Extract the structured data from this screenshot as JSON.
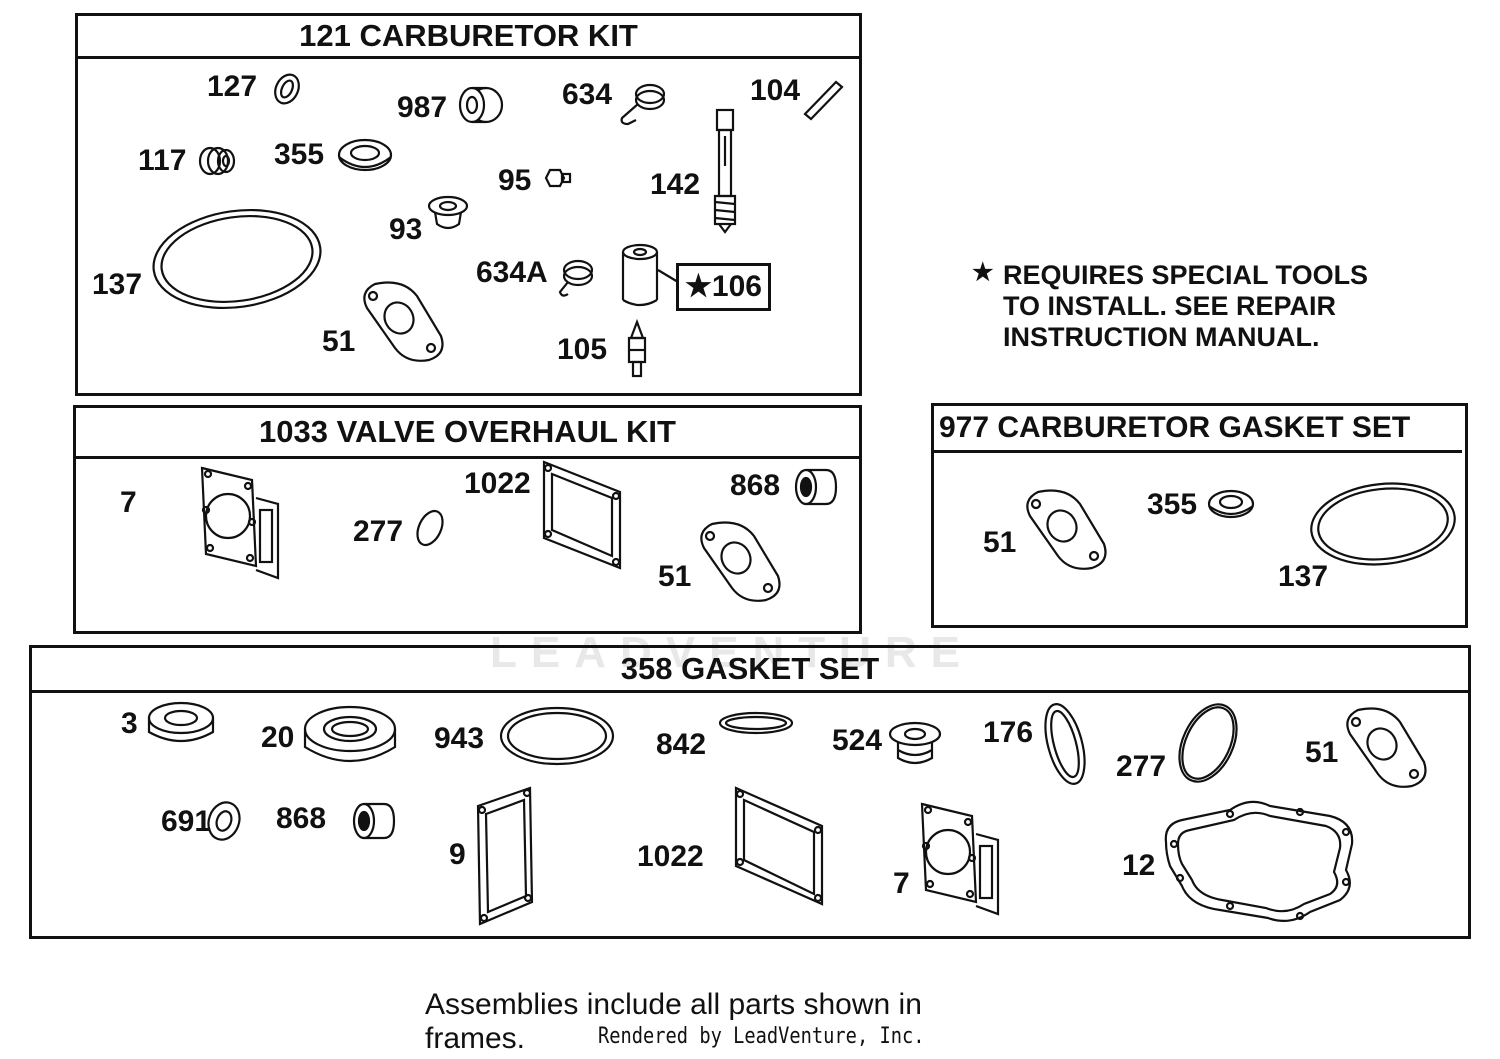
{
  "kits": {
    "carb_kit": {
      "title": "121 CARBURETOR KIT"
    },
    "valve_kit": {
      "title": "1033 VALVE OVERHAUL KIT"
    },
    "gasket_set_977": {
      "title": "977 CARBURETOR GASKET SET"
    },
    "gasket_set_358": {
      "title": "358 GASKET SET"
    }
  },
  "carb_kit_parts": [
    "127",
    "987",
    "634",
    "104",
    "117",
    "355",
    "95",
    "142",
    "93",
    "137",
    "634A",
    "106",
    "51",
    "105"
  ],
  "valve_kit_parts": [
    "7",
    "1022",
    "868",
    "277",
    "51"
  ],
  "gasket_977_parts": [
    "51",
    "355",
    "137"
  ],
  "gasket_358_parts": [
    "3",
    "20",
    "943",
    "842",
    "524",
    "176",
    "277",
    "51",
    "691",
    "868",
    "9",
    "1022",
    "7",
    "12"
  ],
  "special_note": {
    "star": "★",
    "line1": "REQUIRES SPECIAL TOOLS",
    "line2": "TO INSTALL.  SEE REPAIR",
    "line3": "INSTRUCTION MANUAL."
  },
  "boxed_part": {
    "star": "★",
    "number": "106"
  },
  "footer": {
    "line1": "Assemblies include all parts shown in",
    "line2": "frames.",
    "credit": "Rendered by LeadVenture, Inc."
  },
  "watermark": "LEADVENTURE"
}
